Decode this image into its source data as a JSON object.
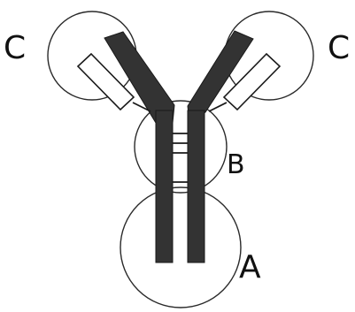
{
  "labels": {
    "a": "A",
    "b": "B",
    "c_left": "C",
    "c_right": "C"
  },
  "colors": {
    "heavy_chain": "#333333",
    "light_chain": "#ffffff",
    "outline": "#1a1a1a"
  }
}
